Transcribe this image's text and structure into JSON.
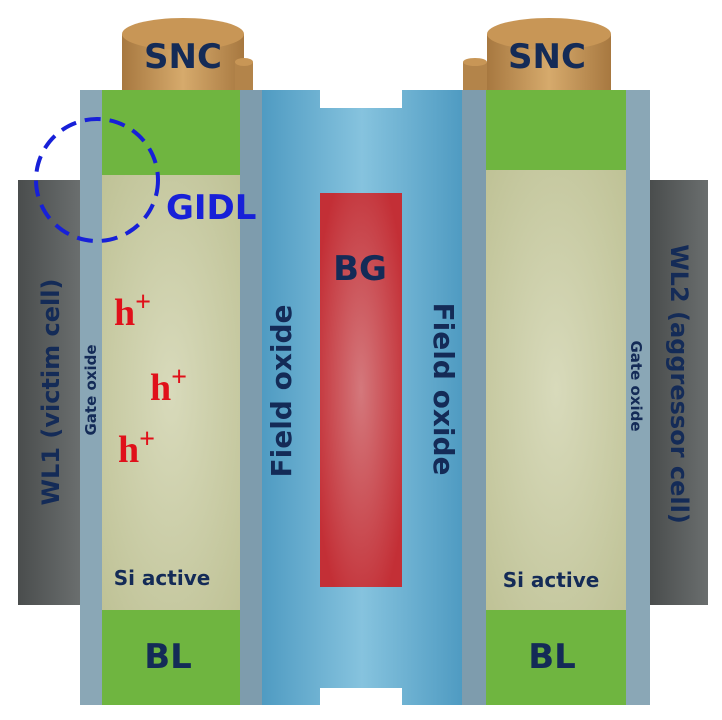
{
  "labels": {
    "snc_left": "SNC",
    "snc_right": "SNC",
    "gidl": "GIDL",
    "bg": "BG",
    "bl_left": "BL",
    "bl_right": "BL",
    "si_active_left": "Si active",
    "si_active_right": "Si active",
    "field_oxide_left": "Field oxide",
    "field_oxide_right": "Field oxide",
    "gate_oxide_left": "Gate oxide",
    "gate_oxide_right": "Gate oxide",
    "wl1": "WL1 (victim cell)",
    "wl2": "WL2 (aggressor cell)",
    "hole_base": "h",
    "hole_sup": "+"
  },
  "holes": [
    1,
    2,
    3
  ],
  "colors": {
    "word_line": "#565a5a",
    "gate_oxide": "#7f9fb0",
    "field_oxide": "#5aa3c8",
    "si_active": "#c9cba2",
    "n_plus": "#6fb540",
    "snc": "#c4975a",
    "back_gate": "#c8404a",
    "text_dark": "#142b57",
    "gidl": "#1720d8",
    "holes": "#e0101a"
  }
}
